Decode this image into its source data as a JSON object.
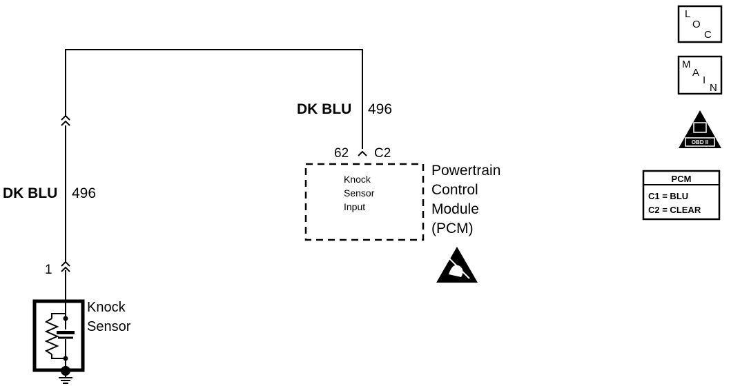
{
  "wires": {
    "left": {
      "color_label": "DK BLU",
      "circuit": "496"
    },
    "right": {
      "color_label": "DK BLU",
      "circuit": "496"
    }
  },
  "connectors": {
    "pcm_pin": "62",
    "pcm_connector": "C2",
    "sensor_pin": "1"
  },
  "pcm_block": {
    "title_lines": [
      "Powertrain",
      "Control",
      "Module",
      "(PCM)"
    ],
    "inner_lines": [
      "Knock",
      "Sensor",
      "Input"
    ]
  },
  "sensor": {
    "label_lines": [
      "Knock",
      "Sensor"
    ]
  },
  "icons": {
    "loc": {
      "letters": [
        "L",
        "O",
        "C"
      ]
    },
    "main": {
      "letters": [
        "M",
        "A",
        "I",
        "N"
      ]
    },
    "obd": {
      "numeral": "II",
      "caption": "OBD II"
    }
  },
  "legend": {
    "title": "PCM",
    "rows": [
      "C1 = BLU",
      "C2 = CLEAR"
    ]
  }
}
